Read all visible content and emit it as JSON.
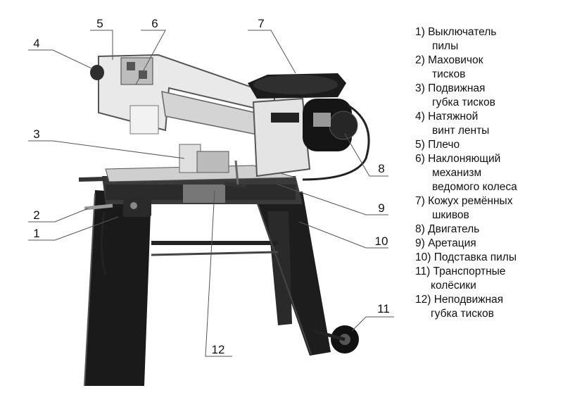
{
  "callouts": [
    {
      "number": "1"
    },
    {
      "number": "2"
    },
    {
      "number": "3"
    },
    {
      "number": "4"
    },
    {
      "number": "5"
    },
    {
      "number": "6"
    },
    {
      "number": "7"
    },
    {
      "number": "8"
    },
    {
      "number": "9"
    },
    {
      "number": "10"
    },
    {
      "number": "11"
    },
    {
      "number": "12"
    }
  ],
  "legend": [
    {
      "line1": "1) Выключатель",
      "line2": "пилы"
    },
    {
      "line1": "2) Маховичок",
      "line2": "тисков"
    },
    {
      "line1": "3) Подвижная",
      "line2": "губка тисков"
    },
    {
      "line1": "4) Натяжной",
      "line2": "винт ленты"
    },
    {
      "line1": "5) Плечо",
      "line2": ""
    },
    {
      "line1": "6) Наклоняющий",
      "line2": "механизм"
    },
    {
      "line1": "",
      "line2": "ведомого колеса"
    },
    {
      "line1": "7) Кожух ремённых",
      "line2": "шкивов"
    },
    {
      "line1": "8) Двигатель",
      "line2": ""
    },
    {
      "line1": "9) Аретация",
      "line2": ""
    },
    {
      "line1": "10) Подставка пилы",
      "line2": ""
    },
    {
      "line1": "11) Транспортные",
      "line2": "колёсики"
    },
    {
      "line1": "12) Неподвижная",
      "line2": "губка тисков"
    }
  ]
}
